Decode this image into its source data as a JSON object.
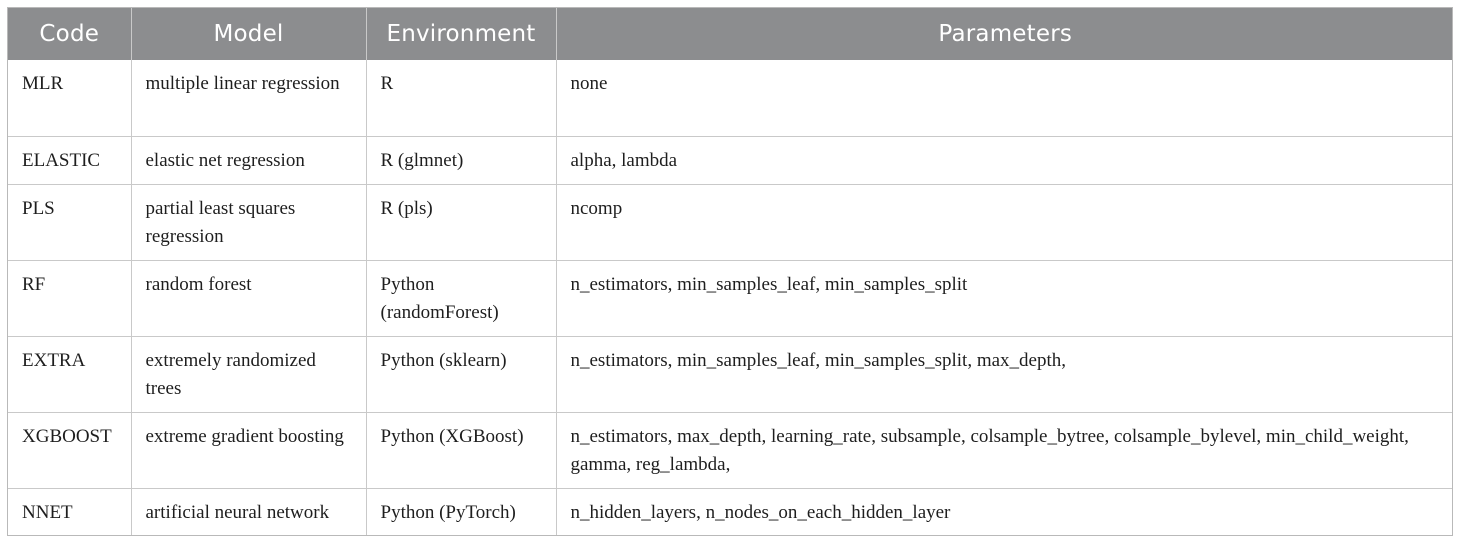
{
  "table": {
    "headers": [
      "Code",
      "Model",
      "Environment",
      "Parameters"
    ],
    "rows": [
      [
        "MLR",
        "multiple linear regression",
        "R",
        "none"
      ],
      [
        "ELASTIC",
        "elastic net regression",
        "R (glmnet)",
        "alpha, lambda"
      ],
      [
        "PLS",
        "partial least squares regression",
        "R (pls)",
        "ncomp"
      ],
      [
        "RF",
        "random forest",
        "Python (randomForest)",
        "n_estimators, min_samples_leaf, min_samples_split"
      ],
      [
        "EXTRA",
        "extremely randomized trees",
        "Python (sklearn)",
        "n_estimators, min_samples_leaf, min_samples_split, max_depth,"
      ],
      [
        "XGBOOST",
        "extreme gradient boosting",
        "Python (XGBoost)",
        "n_estimators, max_depth, learning_rate, subsample, colsample_bytree, colsample_bylevel, min_child_weight, gamma, reg_lambda,"
      ],
      [
        "NNET",
        "artificial neural network",
        "Python (PyTorch)",
        "n_hidden_layers, n_nodes_on_each_hidden_layer"
      ]
    ]
  }
}
